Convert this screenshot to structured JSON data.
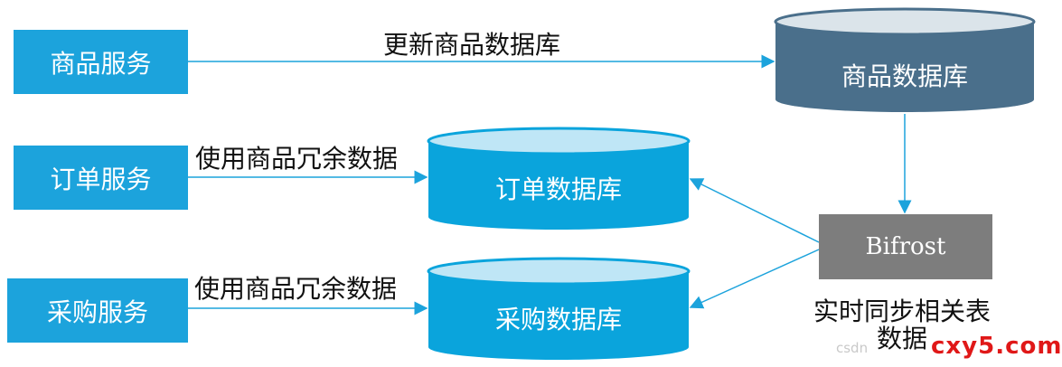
{
  "colors": {
    "service": "#1ca3dc",
    "database": "#0aa4dc",
    "database_top": "#bfe6f6",
    "product_db": "#4a6f8b",
    "product_db_top": "#dbe4ea",
    "bifrost": "#7d7d7d",
    "edge": "#1ca3dc",
    "watermark": "#e01818"
  },
  "services": {
    "product": "商品服务",
    "order": "订单服务",
    "purchase": "采购服务"
  },
  "databases": {
    "product": "商品数据库",
    "order": "订单数据库",
    "purchase": "采购数据库"
  },
  "bifrost": "Bifrost",
  "edges": {
    "product_update": "更新商品数据库",
    "order_redundant": "使用商品冗余数据",
    "purchase_redundant": "使用商品冗余数据"
  },
  "sync_note": "实时同步相关表数据",
  "watermark": {
    "brand": "cxy5.com",
    "faint": "csdn"
  }
}
